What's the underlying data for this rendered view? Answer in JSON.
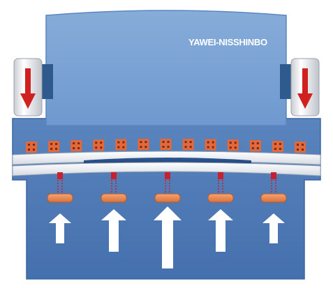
{
  "brand": {
    "logo_text": "YAWEI-NISSHINBO"
  },
  "colors": {
    "upper_beam": "#7fa6d6",
    "frame": "#5078b4",
    "lower_table": "#4a75b0",
    "bolt": "#e3693a",
    "pad": "#e98a55",
    "stem": "#c8202c",
    "cylinder_arrow": "#d0201f",
    "push_arrow": "#ffffff"
  },
  "diagram": {
    "hydraulic_cylinders": [
      {
        "side": "left",
        "direction": "down"
      },
      {
        "side": "right",
        "direction": "down"
      }
    ],
    "bolt_count": 13,
    "compensation_points": [
      {
        "arrow_strength": "small"
      },
      {
        "arrow_strength": "medium"
      },
      {
        "arrow_strength": "large"
      },
      {
        "arrow_strength": "medium"
      },
      {
        "arrow_strength": "small"
      }
    ]
  }
}
